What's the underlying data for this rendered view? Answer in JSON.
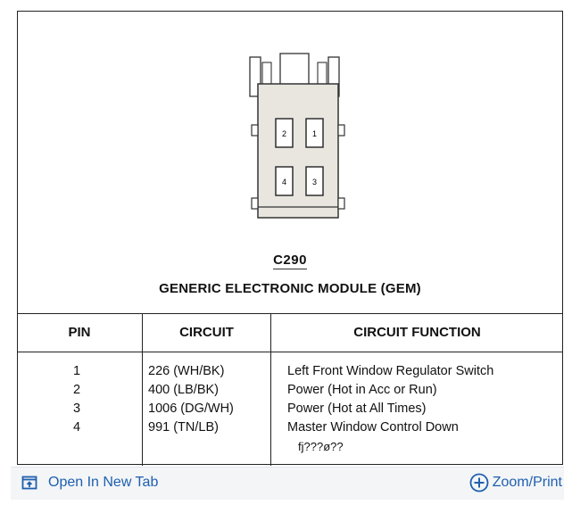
{
  "connector": {
    "id": "C290",
    "module_name": "GENERIC ELECTRONIC MODULE (GEM)",
    "pin_labels": [
      "2",
      "1",
      "4",
      "3"
    ]
  },
  "table": {
    "headers": [
      "PIN",
      "CIRCUIT",
      "CIRCUIT FUNCTION"
    ],
    "rows": [
      {
        "pin": "1",
        "circuit": "226 (WH/BK)",
        "function": "Left Front Window Regulator Switch"
      },
      {
        "pin": "2",
        "circuit": "400 (LB/BK)",
        "function": "Power (Hot in Acc or Run)"
      },
      {
        "pin": "3",
        "circuit": "1006 (DG/WH)",
        "function": "Power (Hot at All Times)"
      },
      {
        "pin": "4",
        "circuit": "991 (TN/LB)",
        "function": "Master Window Control Down"
      }
    ],
    "trailing_text": "fj???ø??"
  },
  "footer": {
    "open_tab_label": "Open In New Tab",
    "zoom_label": "Zoom/Print",
    "link_color": "#1f5fae"
  }
}
